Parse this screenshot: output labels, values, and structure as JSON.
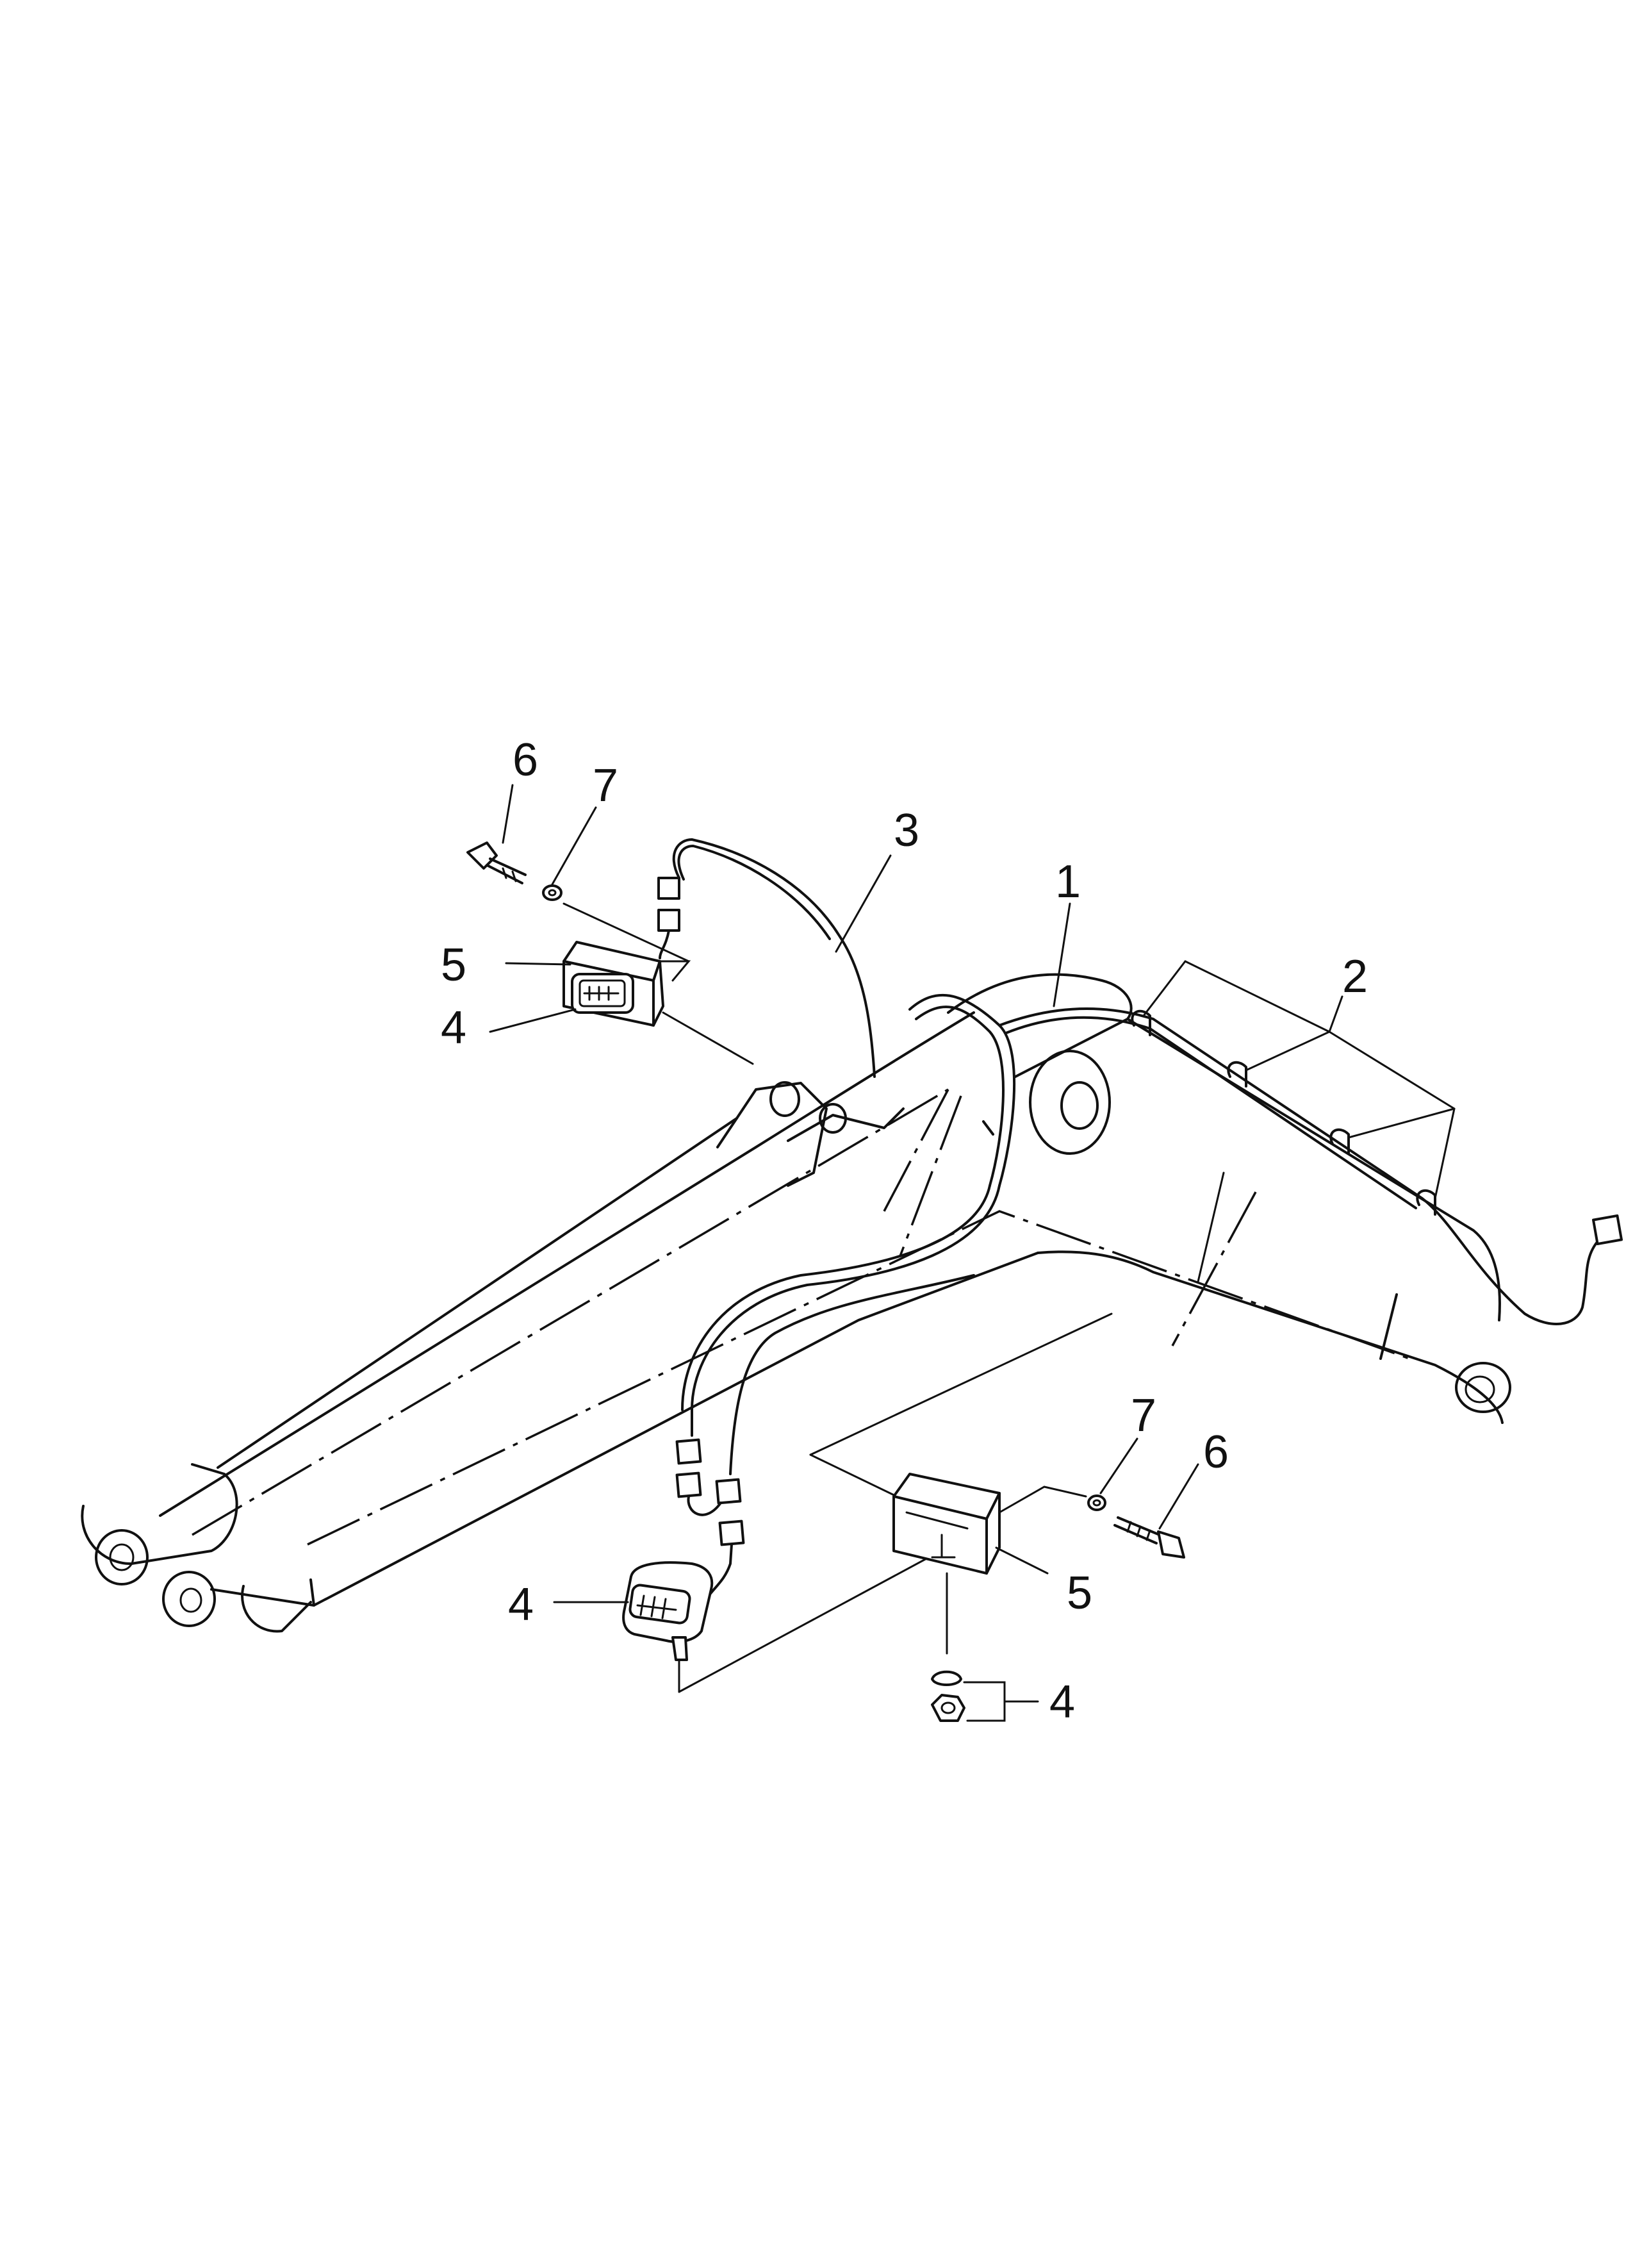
{
  "callouts": {
    "c1": "1",
    "c2": "2",
    "c3": "3",
    "c4_left_upper": "4",
    "c4_left_lower": "4",
    "c4_right": "4",
    "c5_left": "5",
    "c5_right": "5",
    "c6_left": "6",
    "c6_right": "6",
    "c7_left": "7",
    "c7_right": "7"
  }
}
